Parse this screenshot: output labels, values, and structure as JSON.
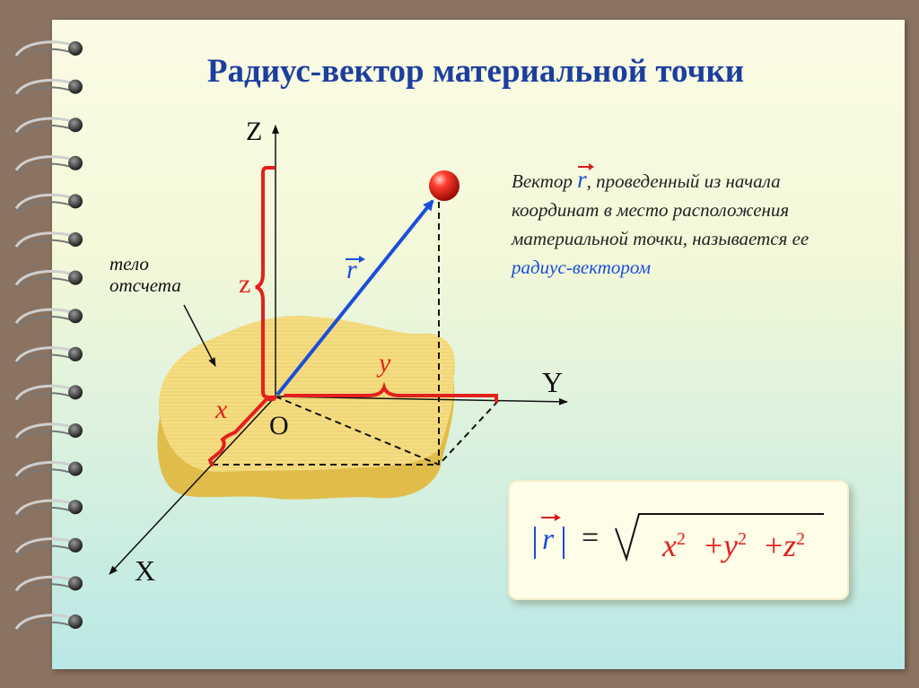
{
  "title": "Радиус-вектор материальной точки",
  "description": {
    "before": "Вектор ",
    "vector_symbol": "r",
    "middle": ", проведенный из начала координат в место расположения материальной точки, называется ее ",
    "highlight": "радиус-вектором"
  },
  "axes": {
    "z": "Z",
    "y": "Y",
    "x": "X",
    "origin": "O"
  },
  "components": {
    "z": "z",
    "y": "y",
    "x": "x",
    "vector": "r"
  },
  "body_label": "тело\nотсчета",
  "formula": {
    "lhs": "|r|",
    "equals": "=",
    "x_term": "x",
    "y_term": "y",
    "z_term": "z",
    "power": "2",
    "plus": "+"
  },
  "colors": {
    "title": "#1c3f9e",
    "vector": "#1a4ed8",
    "components": "#d81b1b",
    "body": "#f1d97a",
    "background_frame": "#8a7461"
  },
  "icons": [
    "spiral-binding-ring",
    "red-point-sphere"
  ]
}
